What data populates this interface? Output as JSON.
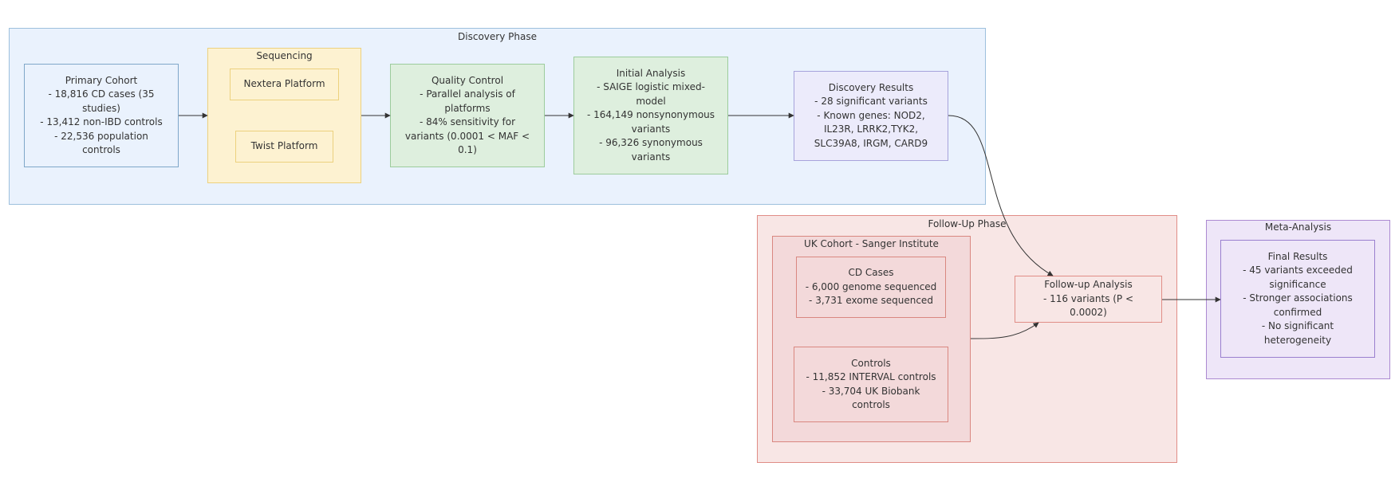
{
  "groups": {
    "discovery_phase": "Discovery Phase",
    "sequencing": "Sequencing",
    "follow_up_phase": "Follow-Up Phase",
    "uk_cohort": "UK Cohort - Sanger Institute",
    "meta_analysis": "Meta-Analysis"
  },
  "nodes": {
    "primary_cohort": [
      "Primary Cohort",
      "- 18,816 CD cases (35",
      "studies)",
      "- 13,412 non-IBD controls",
      "- 22,536 population",
      "controls"
    ],
    "nextera": [
      "Nextera Platform"
    ],
    "twist": [
      "Twist Platform"
    ],
    "quality_control": [
      "Quality Control",
      "- Parallel analysis of",
      "platforms",
      "- 84% sensitivity for",
      "variants (0.0001 < MAF <",
      "0.1)"
    ],
    "initial_analysis": [
      "Initial Analysis",
      "- SAIGE logistic mixed-",
      "model",
      "- 164,149 nonsynonymous",
      "variants",
      "- 96,326 synonymous",
      "variants"
    ],
    "discovery_results": [
      "Discovery Results",
      "- 28 significant variants",
      "- Known genes: NOD2,",
      "IL23R, LRRK2,TYK2,",
      "SLC39A8, IRGM, CARD9"
    ],
    "cd_cases": [
      "CD Cases",
      "- 6,000 genome sequenced",
      "- 3,731 exome sequenced"
    ],
    "controls": [
      "Controls",
      "- 11,852 INTERVAL controls",
      "- 33,704 UK Biobank",
      "controls"
    ],
    "followup_analysis": [
      "Follow-up Analysis",
      "- 116 variants (P < 0.0002)"
    ],
    "final_results": [
      "Final Results",
      "- 45 variants exceeded",
      "significance",
      "- Stronger associations",
      "confirmed",
      "- No significant",
      "heterogeneity"
    ]
  },
  "colors": {
    "discovery_fill": "#eaf2fd",
    "sequencing_fill": "#fdf2d1",
    "analysis_fill": "#deefde",
    "results_fill": "#ecebfb",
    "followup_fill": "#f8e6e5",
    "meta_fill": "#eee6f8",
    "edge": "#333333"
  }
}
